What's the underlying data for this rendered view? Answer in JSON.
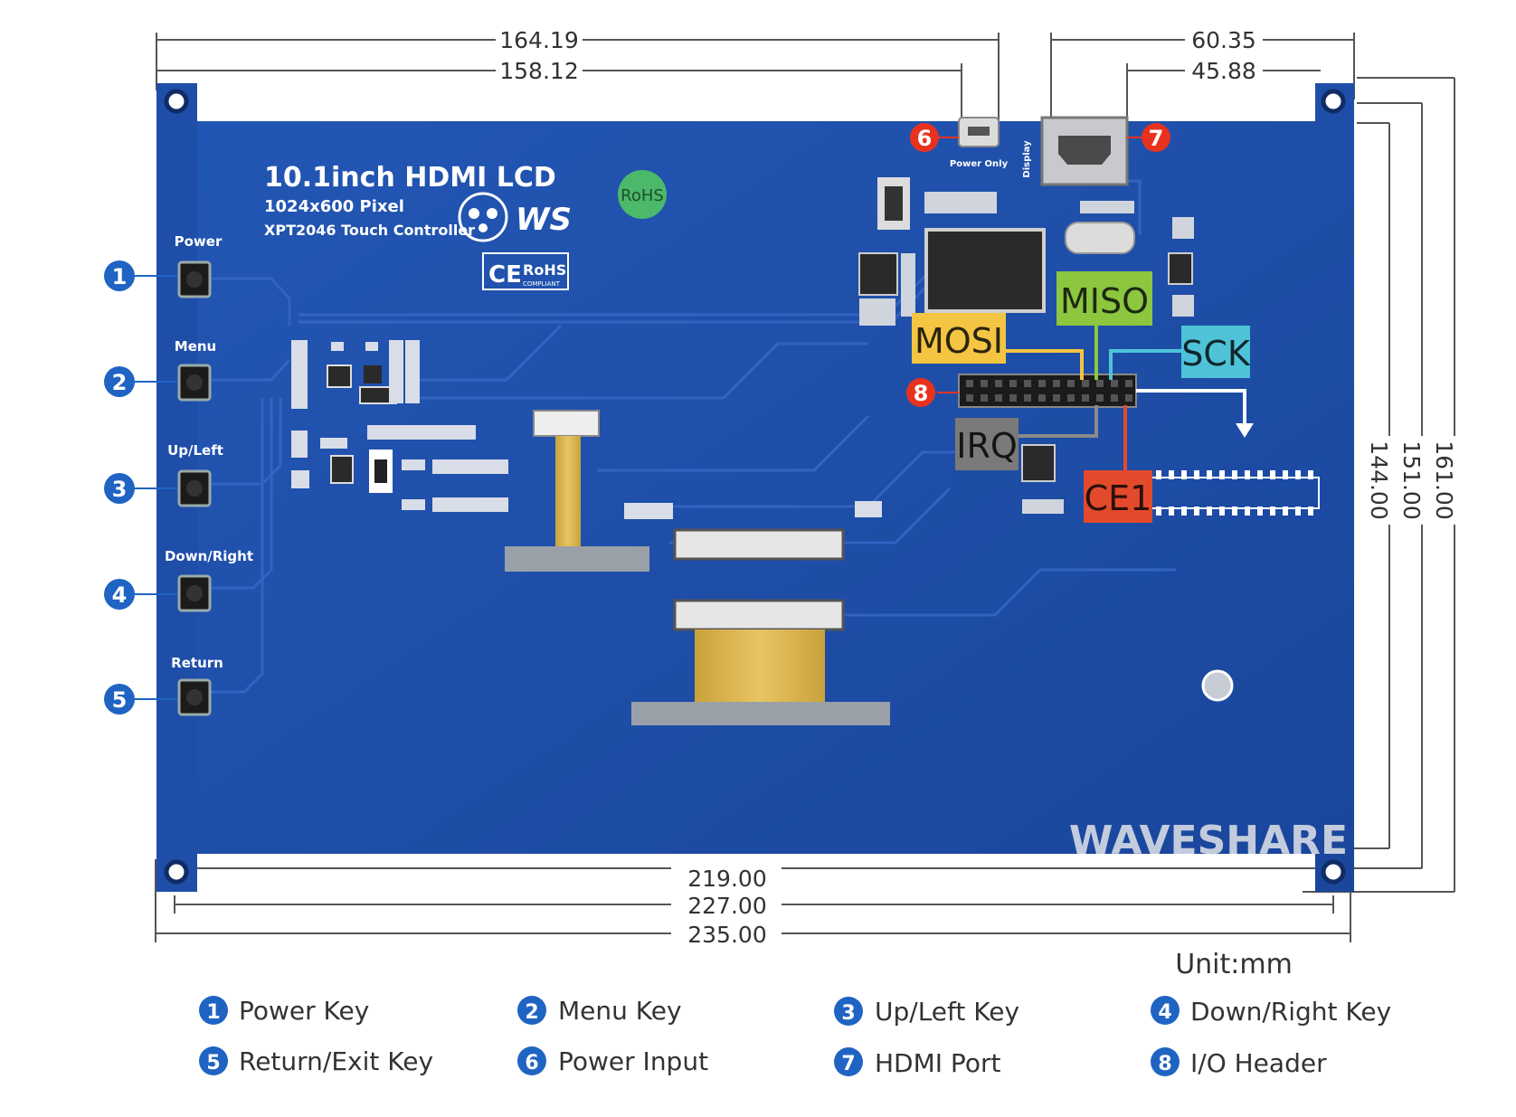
{
  "board": {
    "title": "10.1inch HDMI LCD",
    "resolution": "1024x600 Pixel",
    "controller": "XPT2046 Touch Controller",
    "rohs_badge": "RoHS",
    "ce_mark": "CE",
    "rohs_mark": "RoHS",
    "rohs_compliant": "COMPLIANT",
    "brand_logo": "WS",
    "watermark": "WAVESHARE",
    "power_only_label": "Power Only",
    "display_label": "Display"
  },
  "keys": [
    {
      "number": "1",
      "label": "Power"
    },
    {
      "number": "2",
      "label": "Menu"
    },
    {
      "number": "3",
      "label": "Up/Left"
    },
    {
      "number": "4",
      "label": "Down/Right"
    },
    {
      "number": "5",
      "label": "Return"
    }
  ],
  "callouts": {
    "power_input": "6",
    "hdmi": "7",
    "header": "8"
  },
  "pins": {
    "miso": "MISO",
    "mosi": "MOSI",
    "sck": "SCK",
    "irq": "IRQ",
    "ce1": "CE1"
  },
  "dimensions": {
    "top_left_outer": "164.19",
    "top_left_inner": "158.12",
    "top_right_outer": "60.35",
    "top_right_inner": "45.88",
    "bottom_1": "219.00",
    "bottom_2": "227.00",
    "bottom_3": "235.00",
    "right_1": "144.00",
    "right_2": "151.00",
    "right_3": "161.00"
  },
  "unit": "Unit:mm",
  "legend": [
    {
      "number": "1",
      "label": "Power Key"
    },
    {
      "number": "2",
      "label": "Menu Key"
    },
    {
      "number": "3",
      "label": "Up/Left Key"
    },
    {
      "number": "4",
      "label": "Down/Right Key"
    },
    {
      "number": "5",
      "label": "Return/Exit Key"
    },
    {
      "number": "6",
      "label": "Power Input"
    },
    {
      "number": "7",
      "label": "HDMI Port"
    },
    {
      "number": "8",
      "label": "I/O Header"
    }
  ],
  "colors": {
    "pcb": "#1f4fa8",
    "callout_blue": "#1f64c3",
    "callout_red": "#e8321e",
    "miso": "#8dc63f",
    "mosi": "#f4c542",
    "sck": "#4ec3d8",
    "irq": "#7a7a7a",
    "ce1": "#e34a2c"
  }
}
